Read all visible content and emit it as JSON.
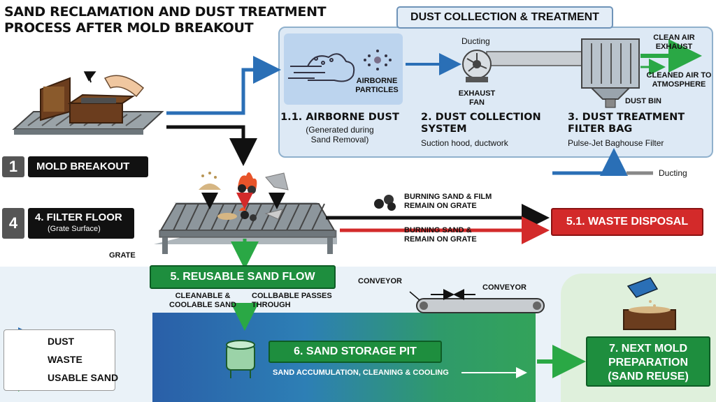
{
  "title": {
    "line1": "SAND RECLAMATION AND DUST TREATMENT",
    "line2": "PROCESS AFTER MOLD BREAKOUT"
  },
  "dust_section": {
    "title": "DUST COLLECTION & TREATMENT",
    "airborne_particles": "AIRBORNE PARTICLES",
    "ducting_top": "Ducting",
    "exhaust_fan": "EXHAUST FAN",
    "clean_air_exhaust": "CLEAN AIR EXHAUST",
    "cleaned_air": "CLEANED AIR TO ATMOSPHERE",
    "dust_bin": "DUST BIN",
    "step_1_1": {
      "title": "1.1. AIRBORNE DUST",
      "sub": "(Generated during Sand Removal)"
    },
    "step_2": {
      "title": "2. DUST COLLECTION SYSTEM",
      "sub": "Suction hood, ductwork"
    },
    "step_3": {
      "title": "3. DUST TREATMENT FILTER BAG",
      "sub": "Pulse-Jet Baghouse Filter"
    },
    "ducting_legend": "Ducting"
  },
  "step_1": {
    "num": "1",
    "label": "MOLD BREAKOUT"
  },
  "step_4": {
    "num": "4",
    "label": "4. FILTER FLOOR",
    "sub": "(Grate Surface)"
  },
  "grate_label": "GRATE",
  "burning_1": "BURNING SAND & FILM REMAIN ON GRATE",
  "burning_2": "BURNING SAND & REMAIN ON GRATE",
  "waste": "5.1. WASTE DISPOSAL",
  "reusable": "5. REUSABLE SAND FLOW",
  "cleanable": "CLEANABLE & COOLABLE SAND",
  "collable": "COLLBABLE PASSES THROUGH",
  "conveyor_1": "CONVEYOR",
  "conveyor_2": "CONVEYOR",
  "pit": {
    "title": "6. SAND STORAGE PIT",
    "sub": "SAND ACCUMULATION, CLEANING & COOLING"
  },
  "next": {
    "line1": "7. NEXT MOLD",
    "line2": "PREPARATION",
    "line3": "(SAND REUSE)"
  },
  "legend": {
    "dust": "DUST",
    "waste": "WASTE",
    "usable": "USABLE SAND"
  },
  "colors": {
    "dust": "#2a6fb6",
    "waste": "#d32a2a",
    "usable": "#2aa845",
    "dark": "#111111"
  }
}
